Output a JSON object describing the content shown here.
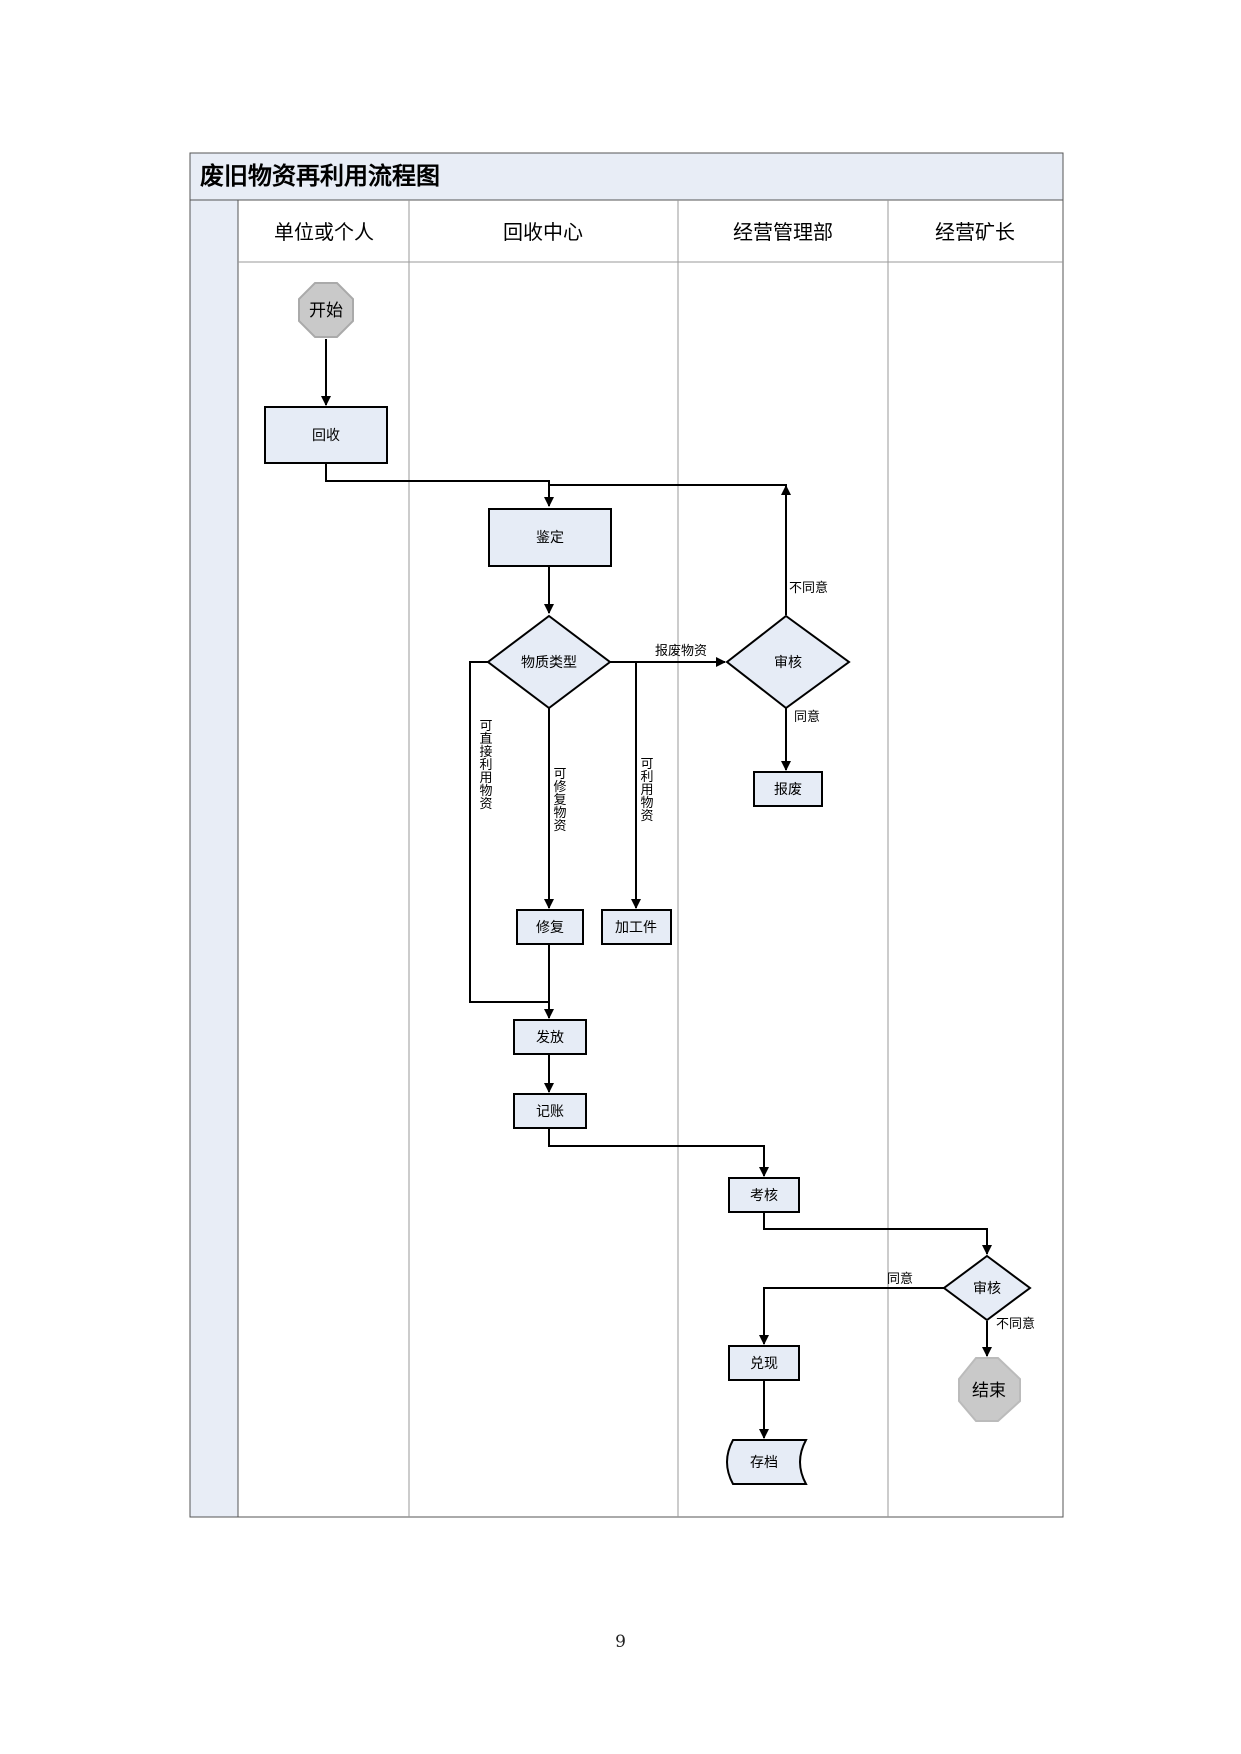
{
  "title": "废旧物资再利用流程图",
  "lanes": [
    "单位或个人",
    "回收中心",
    "经营管理部",
    "经营矿长"
  ],
  "nodes": {
    "start": "开始",
    "recycle": "回收",
    "appraise": "鉴定",
    "material_type": "物质类型",
    "review1": "审核",
    "scrap": "报废",
    "repair": "修复",
    "process": "加工件",
    "issue": "发放",
    "bookkeep": "记账",
    "assess": "考核",
    "review2": "审核",
    "cash": "兑现",
    "archive": "存档",
    "end": "结束"
  },
  "edge_labels": {
    "scrap_goods": "报废物资",
    "disagree1": "不同意",
    "agree1": "同意",
    "direct_use": "可直接利用物资",
    "repairable": "可修复物资",
    "usable": "可利用物资",
    "agree2": "同意",
    "disagree2": "不同意"
  },
  "page_number": "9",
  "colors": {
    "node_fill": "#e6ecf6",
    "header_fill": "#e8edf6",
    "terminal_fill": "#c9c9c9",
    "line": "#000000",
    "lane_line": "#9a9a9a"
  }
}
